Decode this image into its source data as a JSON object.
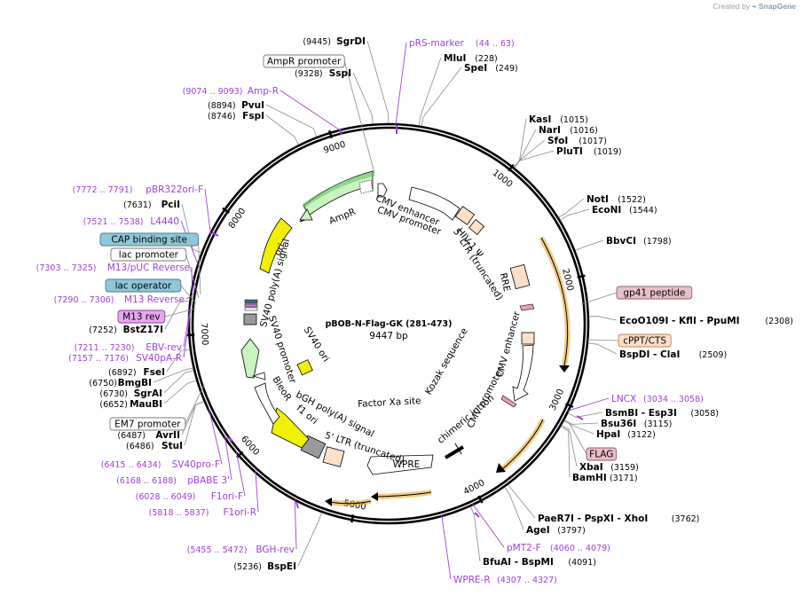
{
  "credit": {
    "prefix": "Created by",
    "brand": "SnapGene"
  },
  "map": {
    "name": "pBOB-N-Flag-GK (281-473)",
    "length_label": "9447 bp",
    "length": 9447,
    "ticks": [
      {
        "pos": 1000,
        "label": "1000"
      },
      {
        "pos": 2000,
        "label": "2000"
      },
      {
        "pos": 3000,
        "label": "3000"
      },
      {
        "pos": 4000,
        "label": "4000"
      },
      {
        "pos": 5000,
        "label": "5000"
      },
      {
        "pos": 6000,
        "label": "6000"
      },
      {
        "pos": 7000,
        "label": "7000"
      },
      {
        "pos": 8000,
        "label": "8000"
      },
      {
        "pos": 9000,
        "label": "9000"
      }
    ]
  },
  "sites": [
    {
      "name": "SgrDI",
      "pos_text": "(9445)",
      "pos": 9445,
      "side": "left"
    },
    {
      "name": "SspI",
      "pos_text": "(9328)",
      "pos": 9328,
      "side": "left"
    },
    {
      "name": "PvuI",
      "pos_text": "(8894)",
      "pos": 8894,
      "side": "left"
    },
    {
      "name": "FspI",
      "pos_text": "(8746)",
      "pos": 8746,
      "side": "left"
    },
    {
      "name": "PciI",
      "pos_text": "(7631)",
      "pos": 7631,
      "side": "left"
    },
    {
      "name": "BstZ17I",
      "pos_text": "(7252)",
      "pos": 7252,
      "side": "left"
    },
    {
      "name": "FseI",
      "pos_text": "(6892)",
      "pos": 6892,
      "side": "left"
    },
    {
      "name": "BmgBI",
      "pos_text": "(6750)",
      "pos": 6750,
      "side": "left"
    },
    {
      "name": "SgrAI",
      "pos_text": "(6730)",
      "pos": 6730,
      "side": "left"
    },
    {
      "name": "MauBI",
      "pos_text": "(6652)",
      "pos": 6652,
      "side": "left"
    },
    {
      "name": "AvrII",
      "pos_text": "(6487)",
      "pos": 6487,
      "side": "left"
    },
    {
      "name": "StuI",
      "pos_text": "(6486)",
      "pos": 6486,
      "side": "left"
    },
    {
      "name": "BspEI",
      "pos_text": "(5236)",
      "pos": 5236,
      "side": "left"
    },
    {
      "name": "MluI",
      "pos_text": "(228)",
      "pos": 228,
      "side": "right"
    },
    {
      "name": "SpeI",
      "pos_text": "(249)",
      "pos": 249,
      "side": "right"
    },
    {
      "name": "KasI",
      "pos_text": "(1015)",
      "pos": 1015,
      "side": "right"
    },
    {
      "name": "NarI",
      "pos_text": "(1016)",
      "pos": 1016,
      "side": "right"
    },
    {
      "name": "SfoI",
      "pos_text": "(1017)",
      "pos": 1017,
      "side": "right"
    },
    {
      "name": "PluTI",
      "pos_text": "(1019)",
      "pos": 1019,
      "side": "right"
    },
    {
      "name": "NotI",
      "pos_text": "(1522)",
      "pos": 1522,
      "side": "right"
    },
    {
      "name": "EcoNI",
      "pos_text": "(1544)",
      "pos": 1544,
      "side": "right"
    },
    {
      "name": "BbvCI",
      "pos_text": "(1798)",
      "pos": 1798,
      "side": "right"
    },
    {
      "name": "EcoO109I - KflI - PpuMI",
      "pos_text": "(2308)",
      "pos": 2308,
      "side": "right"
    },
    {
      "name": "BspDI - ClaI",
      "pos_text": "(2509)",
      "pos": 2509,
      "side": "right"
    },
    {
      "name": "BsmBI - Esp3I",
      "pos_text": "(3058)",
      "pos": 3058,
      "side": "right"
    },
    {
      "name": "Bsu36I",
      "pos_text": "(3115)",
      "pos": 3115,
      "side": "right"
    },
    {
      "name": "HpaI",
      "pos_text": "(3122)",
      "pos": 3122,
      "side": "right"
    },
    {
      "name": "XbaI",
      "pos_text": "(3159)",
      "pos": 3159,
      "side": "right"
    },
    {
      "name": "BamHI",
      "pos_text": "(3171)",
      "pos": 3171,
      "side": "right"
    },
    {
      "name": "PaeR7I - PspXI - XhoI",
      "pos_text": "(3762)",
      "pos": 3762,
      "side": "right"
    },
    {
      "name": "AgeI",
      "pos_text": "(3797)",
      "pos": 3797,
      "side": "right"
    },
    {
      "name": "BfuAI - BspMI",
      "pos_text": "(4091)",
      "pos": 4091,
      "side": "right"
    }
  ],
  "primers": [
    {
      "name": "pRS-marker",
      "range_text": "(44 .. 63)",
      "pos": 53
    },
    {
      "name": "Amp-R",
      "range_text": "(9074 .. 9093)",
      "pos": 9083
    },
    {
      "name": "pBR322ori-F",
      "range_text": "(7772 .. 7791)",
      "pos": 7781
    },
    {
      "name": "L4440",
      "range_text": "(7521 .. 7538)",
      "pos": 7530
    },
    {
      "name": "M13/pUC Reverse",
      "range_text": "(7303 .. 7325)",
      "pos": 7314
    },
    {
      "name": "M13 Reverse",
      "range_text": "(7290 .. 7306)",
      "pos": 7298
    },
    {
      "name": "EBV-rev",
      "range_text": "(7211 .. 7230)",
      "pos": 7220
    },
    {
      "name": "SV40pA-R",
      "range_text": "(7157 .. 7176)",
      "pos": 7166
    },
    {
      "name": "SV40pro-F",
      "range_text": "(6415 .. 6434)",
      "pos": 6424
    },
    {
      "name": "pBABE 3'",
      "range_text": "(6168 .. 6188)",
      "pos": 6178
    },
    {
      "name": "F1ori-F",
      "range_text": "(6028 .. 6049)",
      "pos": 6038
    },
    {
      "name": "F1ori-R",
      "range_text": "(5818 .. 5837)",
      "pos": 5827
    },
    {
      "name": "BGH-rev",
      "range_text": "(5455 .. 5472)",
      "pos": 5463
    },
    {
      "name": "LNCX",
      "range_text": "(3034 .. 3058)",
      "pos": 3046
    },
    {
      "name": "pMT2-F",
      "range_text": "(4060 .. 4079)",
      "pos": 4069
    },
    {
      "name": "WPRE-R",
      "range_text": "(4307 .. 4327)",
      "pos": 4317
    }
  ],
  "outer_features": [
    {
      "name": "AmpR promoter",
      "box": "white"
    },
    {
      "name": "CAP binding site",
      "box": "blue"
    },
    {
      "name": "lac promoter",
      "box": "white"
    },
    {
      "name": "lac operator",
      "box": "blue"
    },
    {
      "name": "M13 rev",
      "box": "violet"
    },
    {
      "name": "EM7 promoter",
      "box": "white"
    },
    {
      "name": "gp41 peptide",
      "box": "pink"
    },
    {
      "name": "cPPT/CTS",
      "box": "peach"
    },
    {
      "name": "FLAG",
      "box": "pink"
    }
  ],
  "inner_features": [
    {
      "name": "AmpR"
    },
    {
      "name": "ori"
    },
    {
      "name": "SV40 poly(A) signal"
    },
    {
      "name": "SV40 promoter"
    },
    {
      "name": "BleoR"
    },
    {
      "name": "SV40 ori"
    },
    {
      "name": "f1 ori"
    },
    {
      "name": "bGH poly(A) signal"
    },
    {
      "name": "5' LTR (truncated)",
      "key": "ltr3"
    },
    {
      "name": "WPRE"
    },
    {
      "name": "chimeric intron"
    },
    {
      "name": "CMV promoter",
      "key": "cmvp2"
    },
    {
      "name": "Kozak sequence"
    },
    {
      "name": "Factor Xa site"
    },
    {
      "name": "CMV enhancer",
      "key": "cmve2"
    },
    {
      "name": "RRE"
    },
    {
      "name": "5' LTR (truncated)",
      "key": "ltr5"
    },
    {
      "name": "HIV-1 Ψ"
    },
    {
      "name": "CMV enhancer",
      "key": "cmve1"
    },
    {
      "name": "CMV promoter",
      "key": "cmvp1"
    }
  ],
  "colors": {
    "backbone": "#000000",
    "primer": "#a040d8",
    "amp_fill": "#c8f4c0",
    "ori_fill": "#f0f000",
    "orange_arc": "#e8a020",
    "peach": "#fde0c8",
    "grey": "#9a9a9a"
  }
}
